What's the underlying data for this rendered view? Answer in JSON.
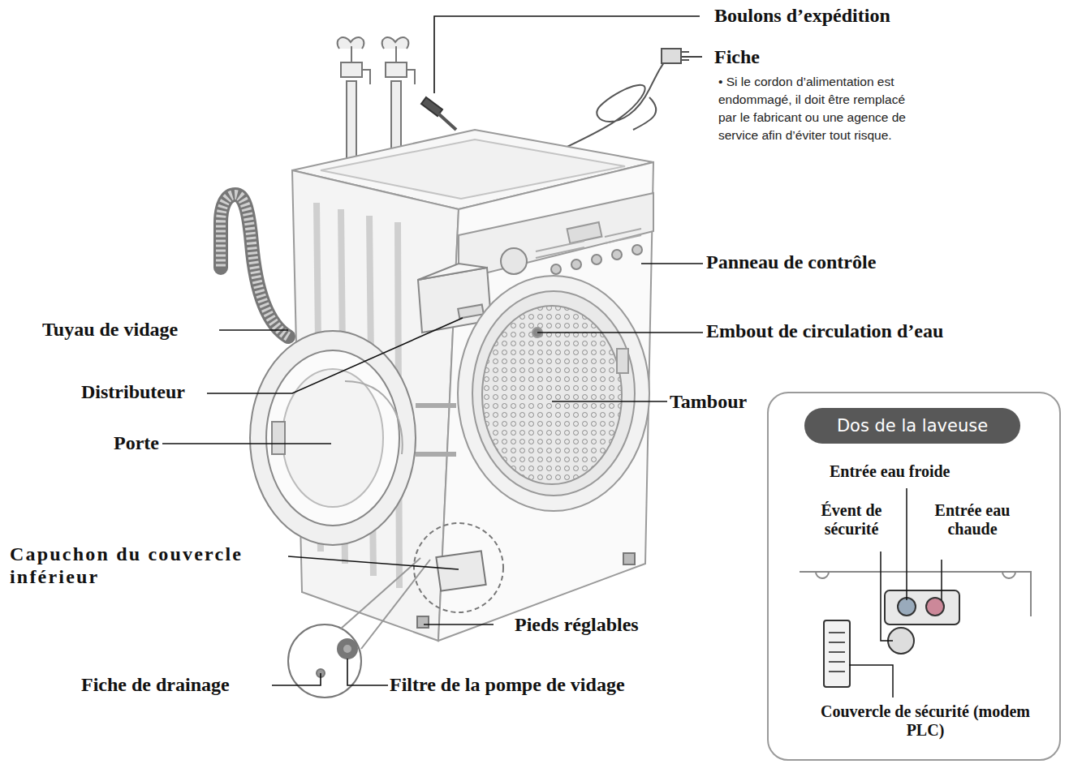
{
  "diagram": {
    "nodes": [
      {
        "text": [
          "Dos de la laveuse"
        ]
      }
    ],
    "labels": [
      "Boulons d’expédition",
      "Fiche",
      "• Si le cordon d’alimentation est endommagé, il doit être remplacé par le fabricant ou une agence de service afin d’éviter tout risque.",
      "Panneau de contrôle",
      "Tuyau de vidage",
      "Embout de circulation d’eau",
      "Distributeur",
      "Tambour",
      "Porte",
      "Capuchon du couvercle inférieur",
      "Pieds réglables",
      "Fiche de drainage",
      "Filtre de la pompe de vidage",
      "Entrée eau froide",
      "Évent de sécurité",
      "Entrée eau chaude",
      "Couvercle de sécurité (modem PLC)"
    ]
  }
}
